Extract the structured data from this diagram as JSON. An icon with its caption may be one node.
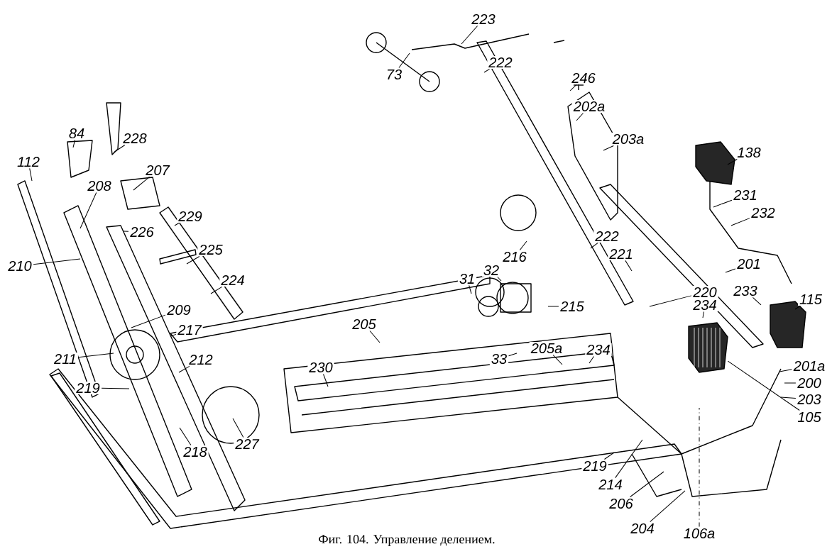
{
  "diagram": {
    "caption": "Фиг. 104. Управление делением.",
    "nodes": [
      {
        "text": [
          "223"
        ]
      },
      {
        "text": [
          "73"
        ]
      },
      {
        "text": [
          "222"
        ]
      },
      {
        "text": [
          "246"
        ]
      },
      {
        "text": [
          "202а"
        ]
      },
      {
        "text": [
          "203а"
        ]
      },
      {
        "text": [
          "138"
        ]
      },
      {
        "text": [
          "84"
        ]
      },
      {
        "text": [
          "228"
        ]
      },
      {
        "text": [
          "112"
        ]
      },
      {
        "text": [
          "207"
        ]
      },
      {
        "text": [
          "208"
        ]
      },
      {
        "text": [
          "231"
        ]
      },
      {
        "text": [
          "232"
        ]
      },
      {
        "text": [
          "229"
        ]
      },
      {
        "text": [
          "226"
        ]
      },
      {
        "text": [
          "222"
        ]
      },
      {
        "text": [
          "225"
        ]
      },
      {
        "text": [
          "221"
        ]
      },
      {
        "text": [
          "216"
        ]
      },
      {
        "text": [
          "201"
        ]
      },
      {
        "text": [
          "210"
        ]
      },
      {
        "text": [
          "32"
        ]
      },
      {
        "text": [
          "31"
        ]
      },
      {
        "text": [
          "224"
        ]
      },
      {
        "text": [
          "220"
        ]
      },
      {
        "text": [
          "233"
        ]
      },
      {
        "text": [
          "234"
        ]
      },
      {
        "text": [
          "115"
        ]
      },
      {
        "text": [
          "215"
        ]
      },
      {
        "text": [
          "209"
        ]
      },
      {
        "text": [
          "205"
        ]
      },
      {
        "text": [
          "217"
        ]
      },
      {
        "text": [
          "205а"
        ]
      },
      {
        "text": [
          "234"
        ]
      },
      {
        "text": [
          "33"
        ]
      },
      {
        "text": [
          "211"
        ]
      },
      {
        "text": [
          "212"
        ]
      },
      {
        "text": [
          "201а"
        ]
      },
      {
        "text": [
          "230"
        ]
      },
      {
        "text": [
          "200"
        ]
      },
      {
        "text": [
          "219"
        ]
      },
      {
        "text": [
          "203"
        ]
      },
      {
        "text": [
          "105"
        ]
      },
      {
        "text": [
          "227"
        ]
      },
      {
        "text": [
          "218"
        ]
      },
      {
        "text": [
          "219"
        ]
      },
      {
        "text": [
          "214"
        ]
      },
      {
        "text": [
          "206"
        ]
      },
      {
        "text": [
          "204"
        ]
      },
      {
        "text": [
          "106а"
        ]
      },
      {
        "text": [],
        "shape": "picture"
      }
    ],
    "edges": [
      {
        "from": 0,
        "to": null,
        "arrow": "none"
      },
      {
        "from": 1,
        "to": null,
        "arrow": "none"
      },
      {
        "from": 2,
        "to": null,
        "arrow": "none"
      },
      {
        "from": 3,
        "to": null,
        "arrow": "none"
      },
      {
        "from": 4,
        "to": null,
        "arrow": "none"
      },
      {
        "from": 5,
        "to": null,
        "arrow": "none"
      },
      {
        "from": 6,
        "to": null,
        "arrow": "none"
      },
      {
        "from": 7,
        "to": null,
        "arrow": "none"
      },
      {
        "from": 8,
        "to": null,
        "arrow": "none"
      },
      {
        "from": 9,
        "to": null,
        "arrow": "none"
      },
      {
        "from": 10,
        "to": null,
        "arrow": "none"
      },
      {
        "from": 11,
        "to": null,
        "arrow": "none"
      },
      {
        "from": 12,
        "to": null,
        "arrow": "none"
      },
      {
        "from": 13,
        "to": null,
        "arrow": "none"
      },
      {
        "from": 14,
        "to": null,
        "arrow": "none"
      },
      {
        "from": 15,
        "to": null,
        "arrow": "none"
      },
      {
        "from": 16,
        "to": null,
        "arrow": "none"
      },
      {
        "from": 17,
        "to": null,
        "arrow": "none"
      },
      {
        "from": 18,
        "to": null,
        "arrow": "none"
      },
      {
        "from": 19,
        "to": null,
        "arrow": "none"
      },
      {
        "from": 20,
        "to": null,
        "arrow": "none"
      },
      {
        "from": 21,
        "to": null,
        "arrow": "none"
      },
      {
        "from": 22,
        "to": null,
        "arrow": "none"
      },
      {
        "from": 23,
        "to": null,
        "arrow": "none"
      },
      {
        "from": 24,
        "to": null,
        "arrow": "none"
      },
      {
        "from": 25,
        "to": null,
        "arrow": "none"
      },
      {
        "from": 26,
        "to": null,
        "arrow": "none"
      },
      {
        "from": 27,
        "to": null,
        "arrow": "none"
      },
      {
        "from": 28,
        "to": null,
        "arrow": "none"
      },
      {
        "from": 29,
        "to": null,
        "arrow": "none"
      },
      {
        "from": 30,
        "to": null,
        "arrow": "none"
      },
      {
        "from": 31,
        "to": null,
        "arrow": "none"
      },
      {
        "from": 32,
        "to": null,
        "arrow": "none"
      },
      {
        "from": 33,
        "to": null,
        "arrow": "none"
      },
      {
        "from": 34,
        "to": null,
        "arrow": "none"
      },
      {
        "from": 35,
        "to": null,
        "arrow": "none"
      },
      {
        "from": 36,
        "to": null,
        "arrow": "none"
      },
      {
        "from": 37,
        "to": null,
        "arrow": "none"
      },
      {
        "from": 38,
        "to": null,
        "arrow": "none"
      },
      {
        "from": 39,
        "to": null,
        "arrow": "none"
      },
      {
        "from": 40,
        "to": null,
        "arrow": "none"
      },
      {
        "from": 41,
        "to": null,
        "arrow": "none"
      },
      {
        "from": 42,
        "to": null,
        "arrow": "none"
      },
      {
        "from": 43,
        "to": 51,
        "arrow": "none"
      },
      {
        "from": 44,
        "to": null,
        "arrow": "none"
      },
      {
        "from": 45,
        "to": null,
        "arrow": "none"
      },
      {
        "from": 46,
        "to": null,
        "arrow": "none"
      },
      {
        "from": 47,
        "to": null,
        "arrow": "none"
      },
      {
        "from": 48,
        "to": null,
        "arrow": "none"
      },
      {
        "from": 49,
        "to": null,
        "arrow": "none"
      },
      {
        "from": 50,
        "to": null,
        "arrow": "none",
        "style": "dashed"
      }
    ]
  }
}
